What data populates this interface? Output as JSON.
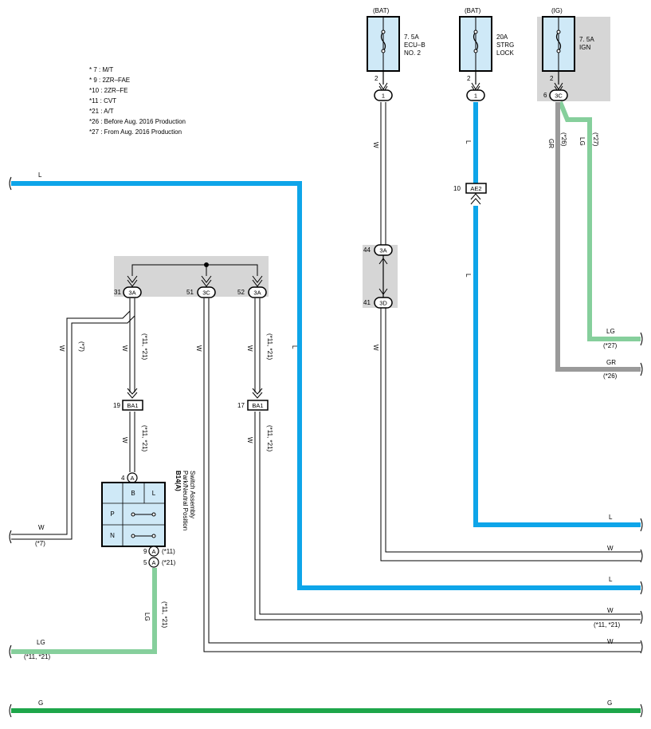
{
  "colors": {
    "L": "#0ea5e9",
    "LG": "#86cf9c",
    "GR": "#9a9a9a",
    "G": "#1ea64a",
    "W": "#ffffff",
    "junction_fill": "#d6d6d6",
    "fuse_fill": "#cfe9f7",
    "switch_fill": "#cfe9f7"
  },
  "notes": [
    "* 7 : M/T",
    "* 9 : 2ZR–FAE",
    "*10 : 2ZR–FE",
    "*11 : CVT",
    "*21 : A/T",
    "*26 : Before Aug.  2016 Production",
    "*27 : From Aug.  2016 Production"
  ],
  "fuses": [
    {
      "source": "(BAT)",
      "lines": [
        "7. 5A",
        "ECU–B",
        "NO. 2"
      ],
      "pin": "2",
      "connector": "1",
      "wire": "W"
    },
    {
      "source": "(BAT)",
      "lines": [
        "20A",
        "STRG",
        "LOCK"
      ],
      "pin": "2",
      "connector": "1",
      "wire": "L"
    },
    {
      "source": "(IG)",
      "lines": [
        "7. 5A",
        "IGN"
      ],
      "pin": "2",
      "connector": "3C",
      "connector_pin": "6"
    }
  ],
  "connectors": {
    "ae2": {
      "name": "AE2",
      "pin": "10"
    },
    "j3a_44": {
      "name": "3A",
      "pin": "44"
    },
    "j3d_41": {
      "name": "3D",
      "pin": "41"
    },
    "j3a_31": {
      "name": "3A",
      "pin": "31"
    },
    "j3c_51": {
      "name": "3C",
      "pin": "51"
    },
    "j3a_52": {
      "name": "3A",
      "pin": "52"
    },
    "ba1_19": {
      "name": "BA1",
      "pin": "19"
    },
    "ba1_17": {
      "name": "BA1",
      "pin": "17"
    }
  },
  "switch": {
    "id": "B14(A)",
    "name_line1": "Park/Neutral Position",
    "name_line2": "Switch Assembly",
    "col_b": "B",
    "col_l": "L",
    "row_p": "P",
    "row_n": "N",
    "pin_top": "4",
    "pin_top_letter": "A",
    "pin_9": "9",
    "pin_9_letter": "A",
    "pin_9_note": "(*11)",
    "pin_5": "5",
    "pin_5_letter": "A",
    "pin_5_note": "(*21)"
  },
  "wire_labels": {
    "w": "W",
    "l": "L",
    "lg": "LG",
    "gr": "GR",
    "g": "G",
    "note_7": "(*7)",
    "note_11_21": "(*11, *21)",
    "note_26": "(*26)",
    "note_27": "(*27)"
  }
}
